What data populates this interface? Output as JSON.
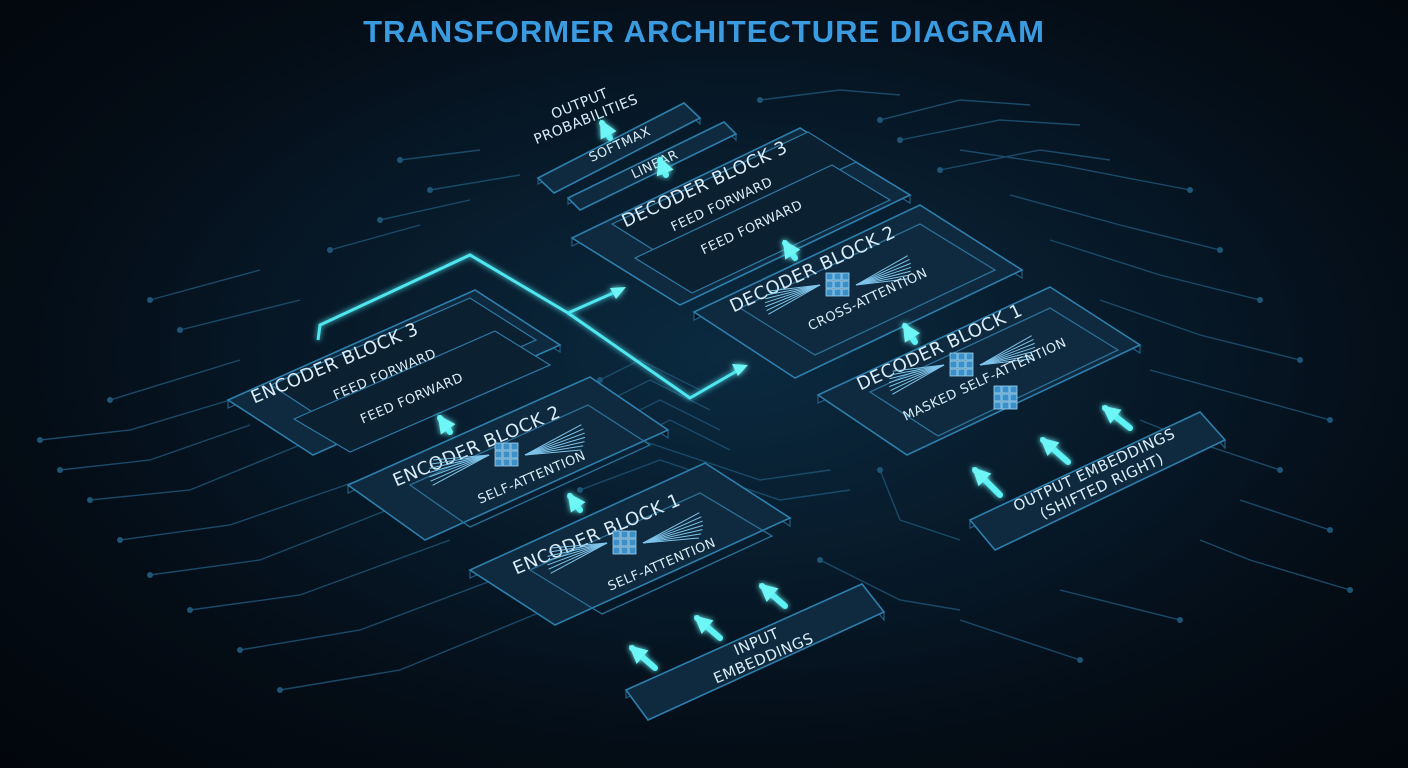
{
  "title": "TRANSFORMER ARCHITECTURE DIAGRAM",
  "accent_color": "#3a9be0",
  "glow_color": "#5ff2f5",
  "encoder": {
    "blocks": [
      {
        "label": "ENCODER BLOCK 1",
        "layers": [
          "SELF-ATTENTION"
        ]
      },
      {
        "label": "ENCODER BLOCK 2",
        "layers": [
          "SELF-ATTENTION"
        ]
      },
      {
        "label": "ENCODER BLOCK 3",
        "layers": [
          "FEED FORWARD",
          "FEED FORWARD"
        ]
      }
    ],
    "input_label": "INPUT\nEMBEDDINGS"
  },
  "decoder": {
    "blocks": [
      {
        "label": "DECODER BLOCK 1",
        "layers": [
          "MASKED SELF-ATTENTION"
        ]
      },
      {
        "label": "DECODER BLOCK 2",
        "layers": [
          "CROSS-ATTENTION"
        ]
      },
      {
        "label": "DECODER BLOCK 3",
        "layers": [
          "FEED FORWARD",
          "FEED FORWARD"
        ]
      }
    ],
    "input_label": "OUTPUT EMBEDDINGS\n(SHIFTED RIGHT)"
  },
  "head": {
    "linear": "LINEAR",
    "softmax": "SOFTMAX",
    "output": "OUTPUT\nPROBABILITIES"
  }
}
